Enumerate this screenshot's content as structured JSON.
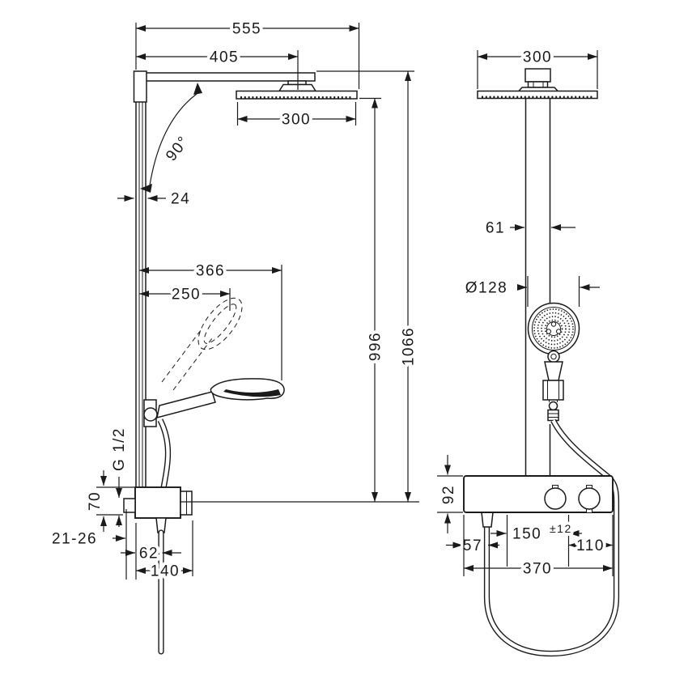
{
  "dims": {
    "side": {
      "d555": "555",
      "d405": "405",
      "d300": "300",
      "angle": "90°",
      "d24": "24",
      "d366": "366",
      "d250": "250",
      "d996": "996",
      "d1066": "1066",
      "thread": "G 1/2",
      "d70": "70",
      "d21_26": "21-26",
      "d62": "62",
      "d140": "140"
    },
    "front": {
      "d300": "300",
      "d61": "61",
      "dia128": "Ø128",
      "d92": "92",
      "d150": "150",
      "d150_tol": "±12",
      "d110": "110",
      "d57": "57",
      "d370": "370"
    }
  },
  "style": {
    "line_color": "#1a1a1a",
    "background": "#ffffff"
  }
}
